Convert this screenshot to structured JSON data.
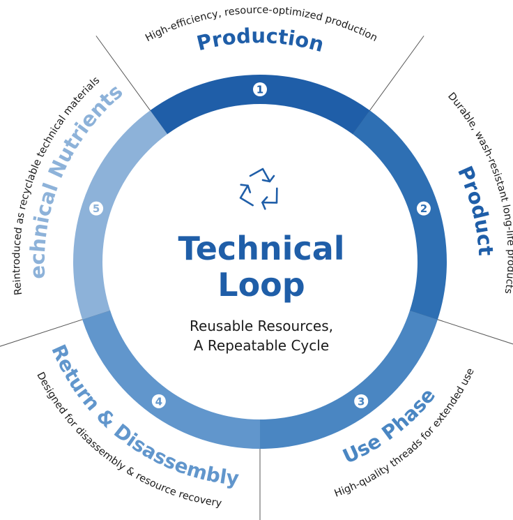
{
  "center": {
    "title_line1": "Technical",
    "title_line2": "Loop",
    "subtitle_line1": "Reusable Resources,",
    "subtitle_line2": "A Repeatable Cycle",
    "icon": "recycle-icon"
  },
  "segments": [
    {
      "number": "1",
      "title": "Production",
      "description": "High-efficiency, resource-optimized production",
      "color": "#1f5ea8"
    },
    {
      "number": "2",
      "title": "Product",
      "description": "Durable, wash-resistant long-life products",
      "color": "#2e6fb3"
    },
    {
      "number": "3",
      "title": "Use Phase",
      "description": "High-quality threads for extended use",
      "color": "#4a86c2"
    },
    {
      "number": "4",
      "title": "Return & Disassembly",
      "description": "Designed for disassembly & resource recovery",
      "color": "#6196cc"
    },
    {
      "number": "5",
      "title": "Technical Nutrients",
      "description": "Reintroduced as recyclable technical materials",
      "color": "#8db2d9"
    }
  ],
  "colors": {
    "ring_1": "#1f5ea8",
    "ring_2": "#2e6fb3",
    "ring_3": "#4a86c2",
    "ring_4": "#6196cc",
    "ring_5": "#8db2d9",
    "divider": "#555555",
    "text_dark": "#1a1a1a"
  }
}
